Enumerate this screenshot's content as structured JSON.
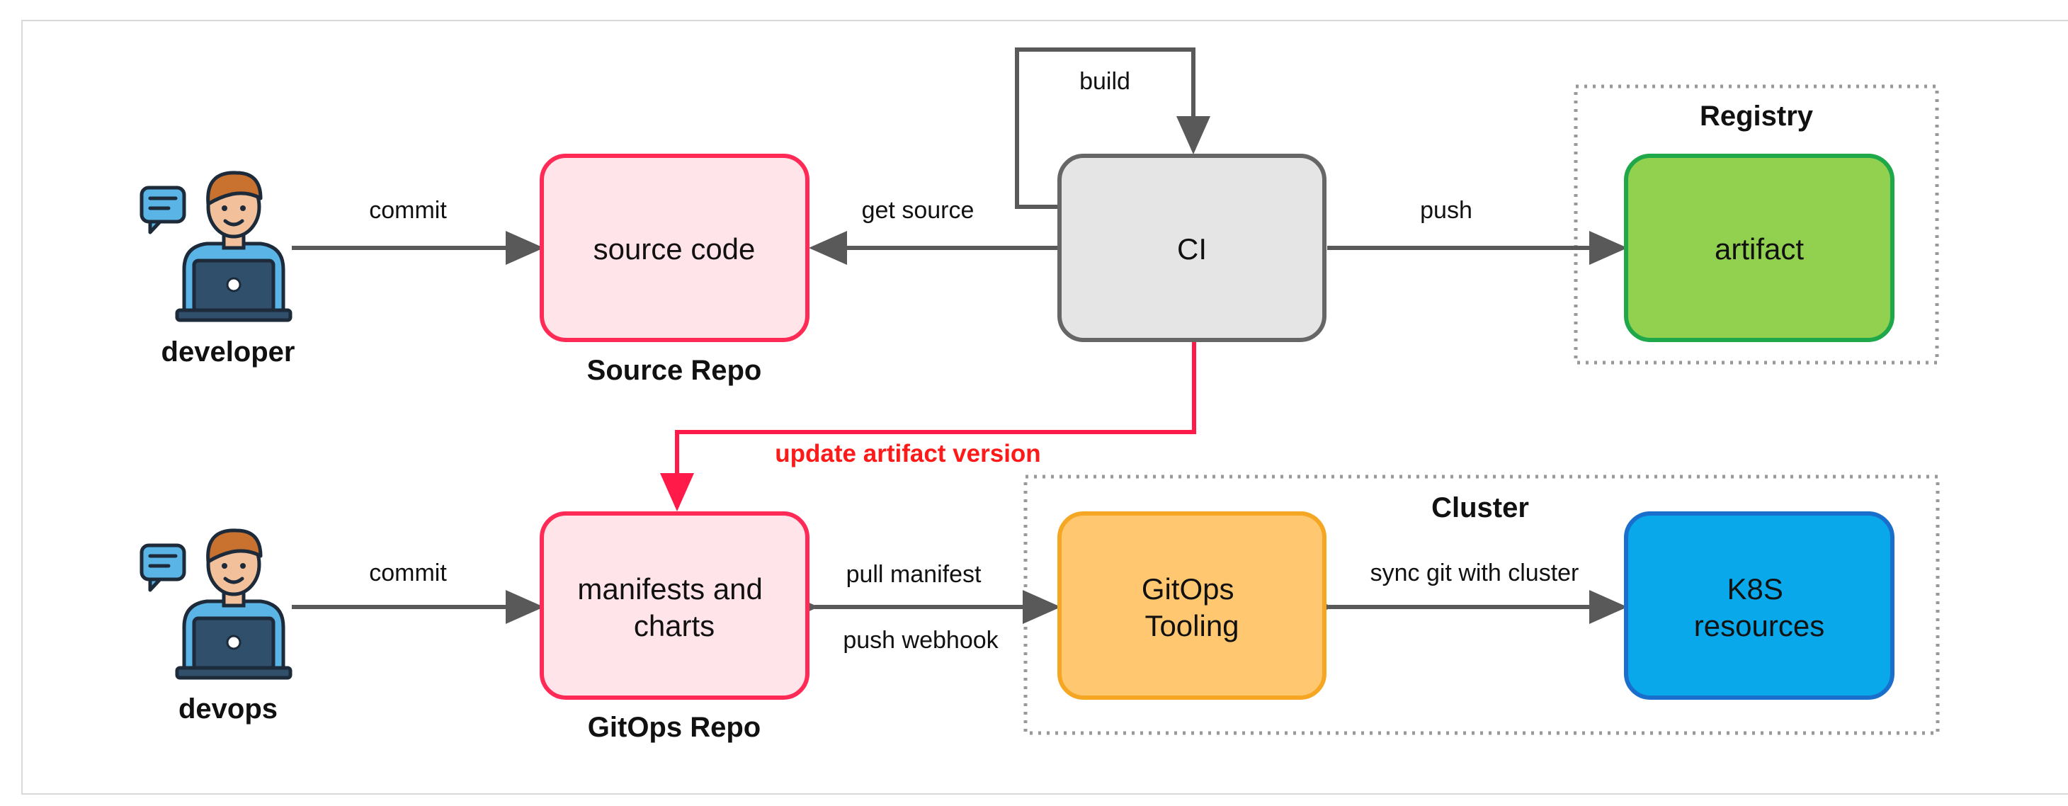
{
  "actors": {
    "developer": {
      "label": "developer",
      "icon": "developer-icon"
    },
    "devops": {
      "label": "devops",
      "icon": "developer-icon"
    }
  },
  "nodes": {
    "source_code": {
      "label": "source code",
      "caption": "Source Repo",
      "fill": "#ffe4ea",
      "stroke": "#ff2a55"
    },
    "ci": {
      "label": "CI",
      "fill": "#e5e5e5",
      "stroke": "#666666"
    },
    "artifact": {
      "label": "artifact",
      "fill": "#92d050",
      "stroke": "#1fa84a"
    },
    "manifests": {
      "lines": [
        "manifests and",
        "charts"
      ],
      "caption": "GitOps Repo",
      "fill": "#ffe4ea",
      "stroke": "#ff2a55"
    },
    "gitops_tooling": {
      "lines": [
        "GitOps",
        "Tooling"
      ],
      "fill": "#ffc870",
      "stroke": "#f5a623"
    },
    "k8s": {
      "lines": [
        "K8S",
        "resources"
      ],
      "fill": "#09a8ea",
      "stroke": "#1a6fcc"
    }
  },
  "groups": {
    "registry": {
      "label": "Registry"
    },
    "cluster": {
      "label": "Cluster"
    }
  },
  "edges": {
    "commit_top": "commit",
    "get_source": "get source",
    "build": "build",
    "push": "push",
    "update_artifact": "update artifact version",
    "commit_bottom": "commit",
    "pull_manifest": "pull manifest",
    "push_webhook": "push webhook",
    "sync": "sync git with cluster"
  },
  "colors": {
    "arrow": "#595959",
    "highlight": "#ff1a4a",
    "dotted_border": "#999999"
  }
}
